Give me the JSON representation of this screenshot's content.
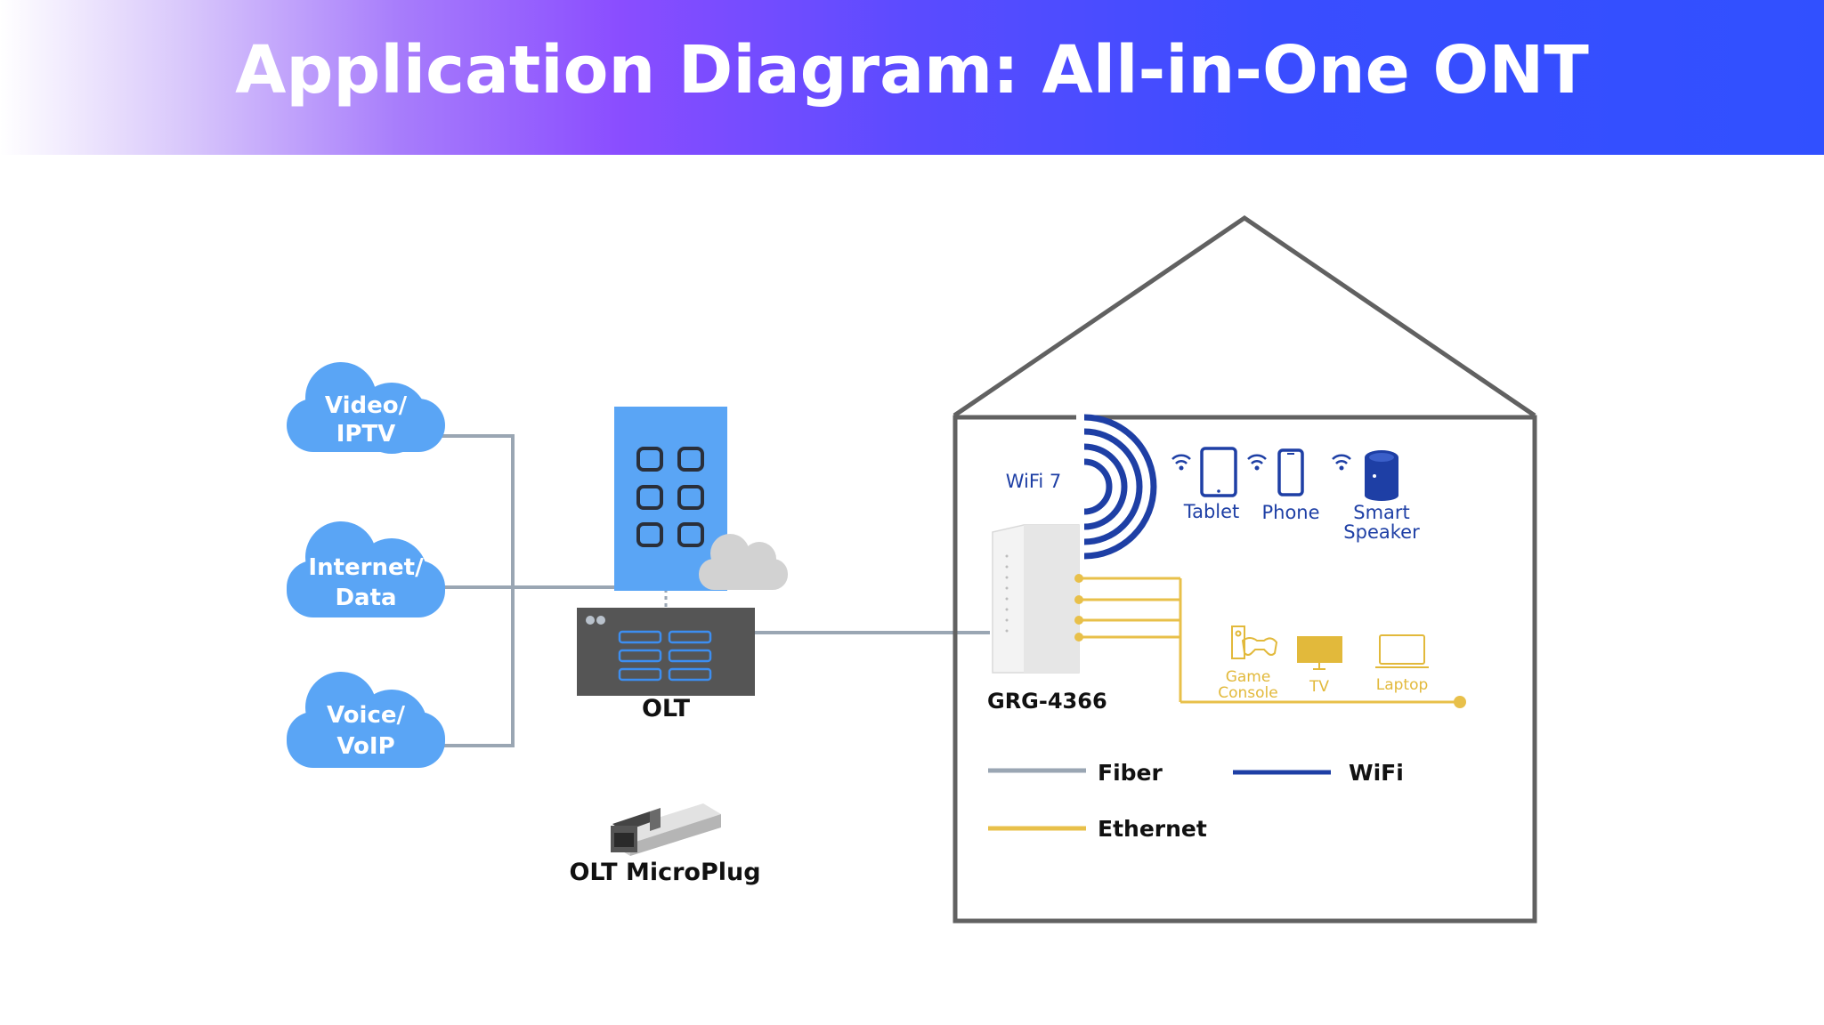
{
  "title": "Application Diagram: All-in-One ONT",
  "services": [
    {
      "line1": "Video/",
      "line2": "IPTV"
    },
    {
      "line1": "Internet/",
      "line2": "Data"
    },
    {
      "line1": "Voice/",
      "line2": "VoIP"
    }
  ],
  "olt_label": "OLT",
  "microplug_label": "OLT MicroPlug",
  "ont_label": "GRG-4366",
  "wifi_label": "WiFi 7",
  "wireless_devices": [
    {
      "icon": "tablet-icon",
      "lines": [
        "Tablet"
      ]
    },
    {
      "icon": "phone-icon",
      "lines": [
        "Phone"
      ]
    },
    {
      "icon": "smart-speaker-icon",
      "lines": [
        "Smart",
        "Speaker"
      ]
    }
  ],
  "wired_devices": [
    {
      "icon": "game-console-icon",
      "lines": [
        "Game",
        "Console"
      ]
    },
    {
      "icon": "tv-icon",
      "lines": [
        "TV"
      ]
    },
    {
      "icon": "laptop-icon",
      "lines": [
        "Laptop"
      ]
    }
  ],
  "legend": [
    {
      "label": "Fiber",
      "color": "#9aa6b3"
    },
    {
      "label": "WiFi",
      "color": "#1e3fa5"
    },
    {
      "label": "Ethernet",
      "color": "#e8c04a"
    }
  ],
  "colors": {
    "cloud": "#5aa5f5",
    "fiber": "#9aa6b3",
    "wifi": "#1e3fa5",
    "ethernet": "#e8c04a",
    "house_outline": "#616161",
    "olt_body": "#555555"
  }
}
